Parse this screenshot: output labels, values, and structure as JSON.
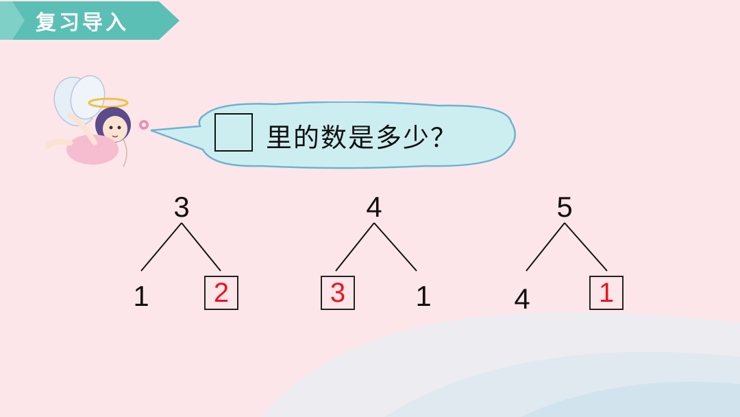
{
  "header": {
    "title": "复习导入"
  },
  "speech": {
    "text": "里的数是多少？"
  },
  "trees": [
    {
      "top": "3",
      "left": "1",
      "right": "2",
      "answer_side": "right"
    },
    {
      "top": "4",
      "left": "3",
      "right": "1",
      "answer_side": "left"
    },
    {
      "top": "5",
      "left": "4",
      "right": "1",
      "answer_side": "right"
    }
  ],
  "colors": {
    "banner": "#5bbfb5",
    "answer": "#e8141e",
    "background": "#fde6e9"
  }
}
